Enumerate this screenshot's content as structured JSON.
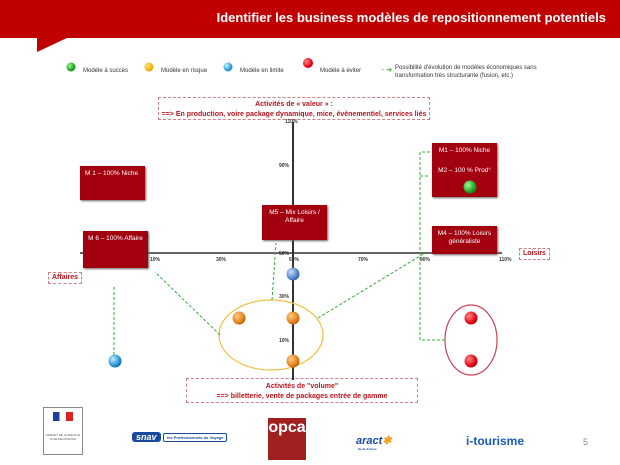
{
  "title": "Identifier les business modèles de repositionnement potentiels",
  "legend": [
    {
      "label": "Modèle à succès",
      "color": "#1a9a1a"
    },
    {
      "label": "Modèle en risque",
      "color": "#f0b000"
    },
    {
      "label": "Modèle en limite",
      "color": "#2a90d0"
    },
    {
      "label": "Modèle à éviter",
      "color": "#e00010"
    }
  ],
  "legend_arrow": "Possibilité d'évolution de modèles économiques sans transformation très structurante (fusion, etc.)",
  "value_box": {
    "line1": "Activités de « valeur » :",
    "line2": "==> En production, voire package dynamique, mice, évènementiel, services liés"
  },
  "volume_box": {
    "line1": "Activités de \"volume\"",
    "line2": "==> billetterie, vente de packages entrée de gamme"
  },
  "axis": {
    "left": "Affaires",
    "right": "Loisirs",
    "x_ticks": [
      "10%",
      "30%",
      "50%",
      "70%",
      "90%",
      "110%"
    ],
    "y_ticks": [
      "110%",
      "90%",
      "50%",
      "30%",
      "10%"
    ]
  },
  "models": {
    "m1_left": "M 1 – 100% Niche",
    "m6": "M 6 – 100% Affaire",
    "m5": "M5 – Mix Loisirs / Affaire",
    "m1_right": "M1 – 100% Niche",
    "m2": "M2 – 100 % Prod°",
    "m4": "M4 – 100% Loisirs généraliste"
  },
  "logos": {
    "prefet": "PREFET DE LA REGION D'ILE-DE-FRANCE",
    "snav": "snav",
    "snav_sub": "les Professionnels du Voyage",
    "opca": "opca",
    "aract": "aract",
    "aract_sub": "Ile-de-France",
    "itourisme": "i-tourisme"
  },
  "page_number": "5"
}
